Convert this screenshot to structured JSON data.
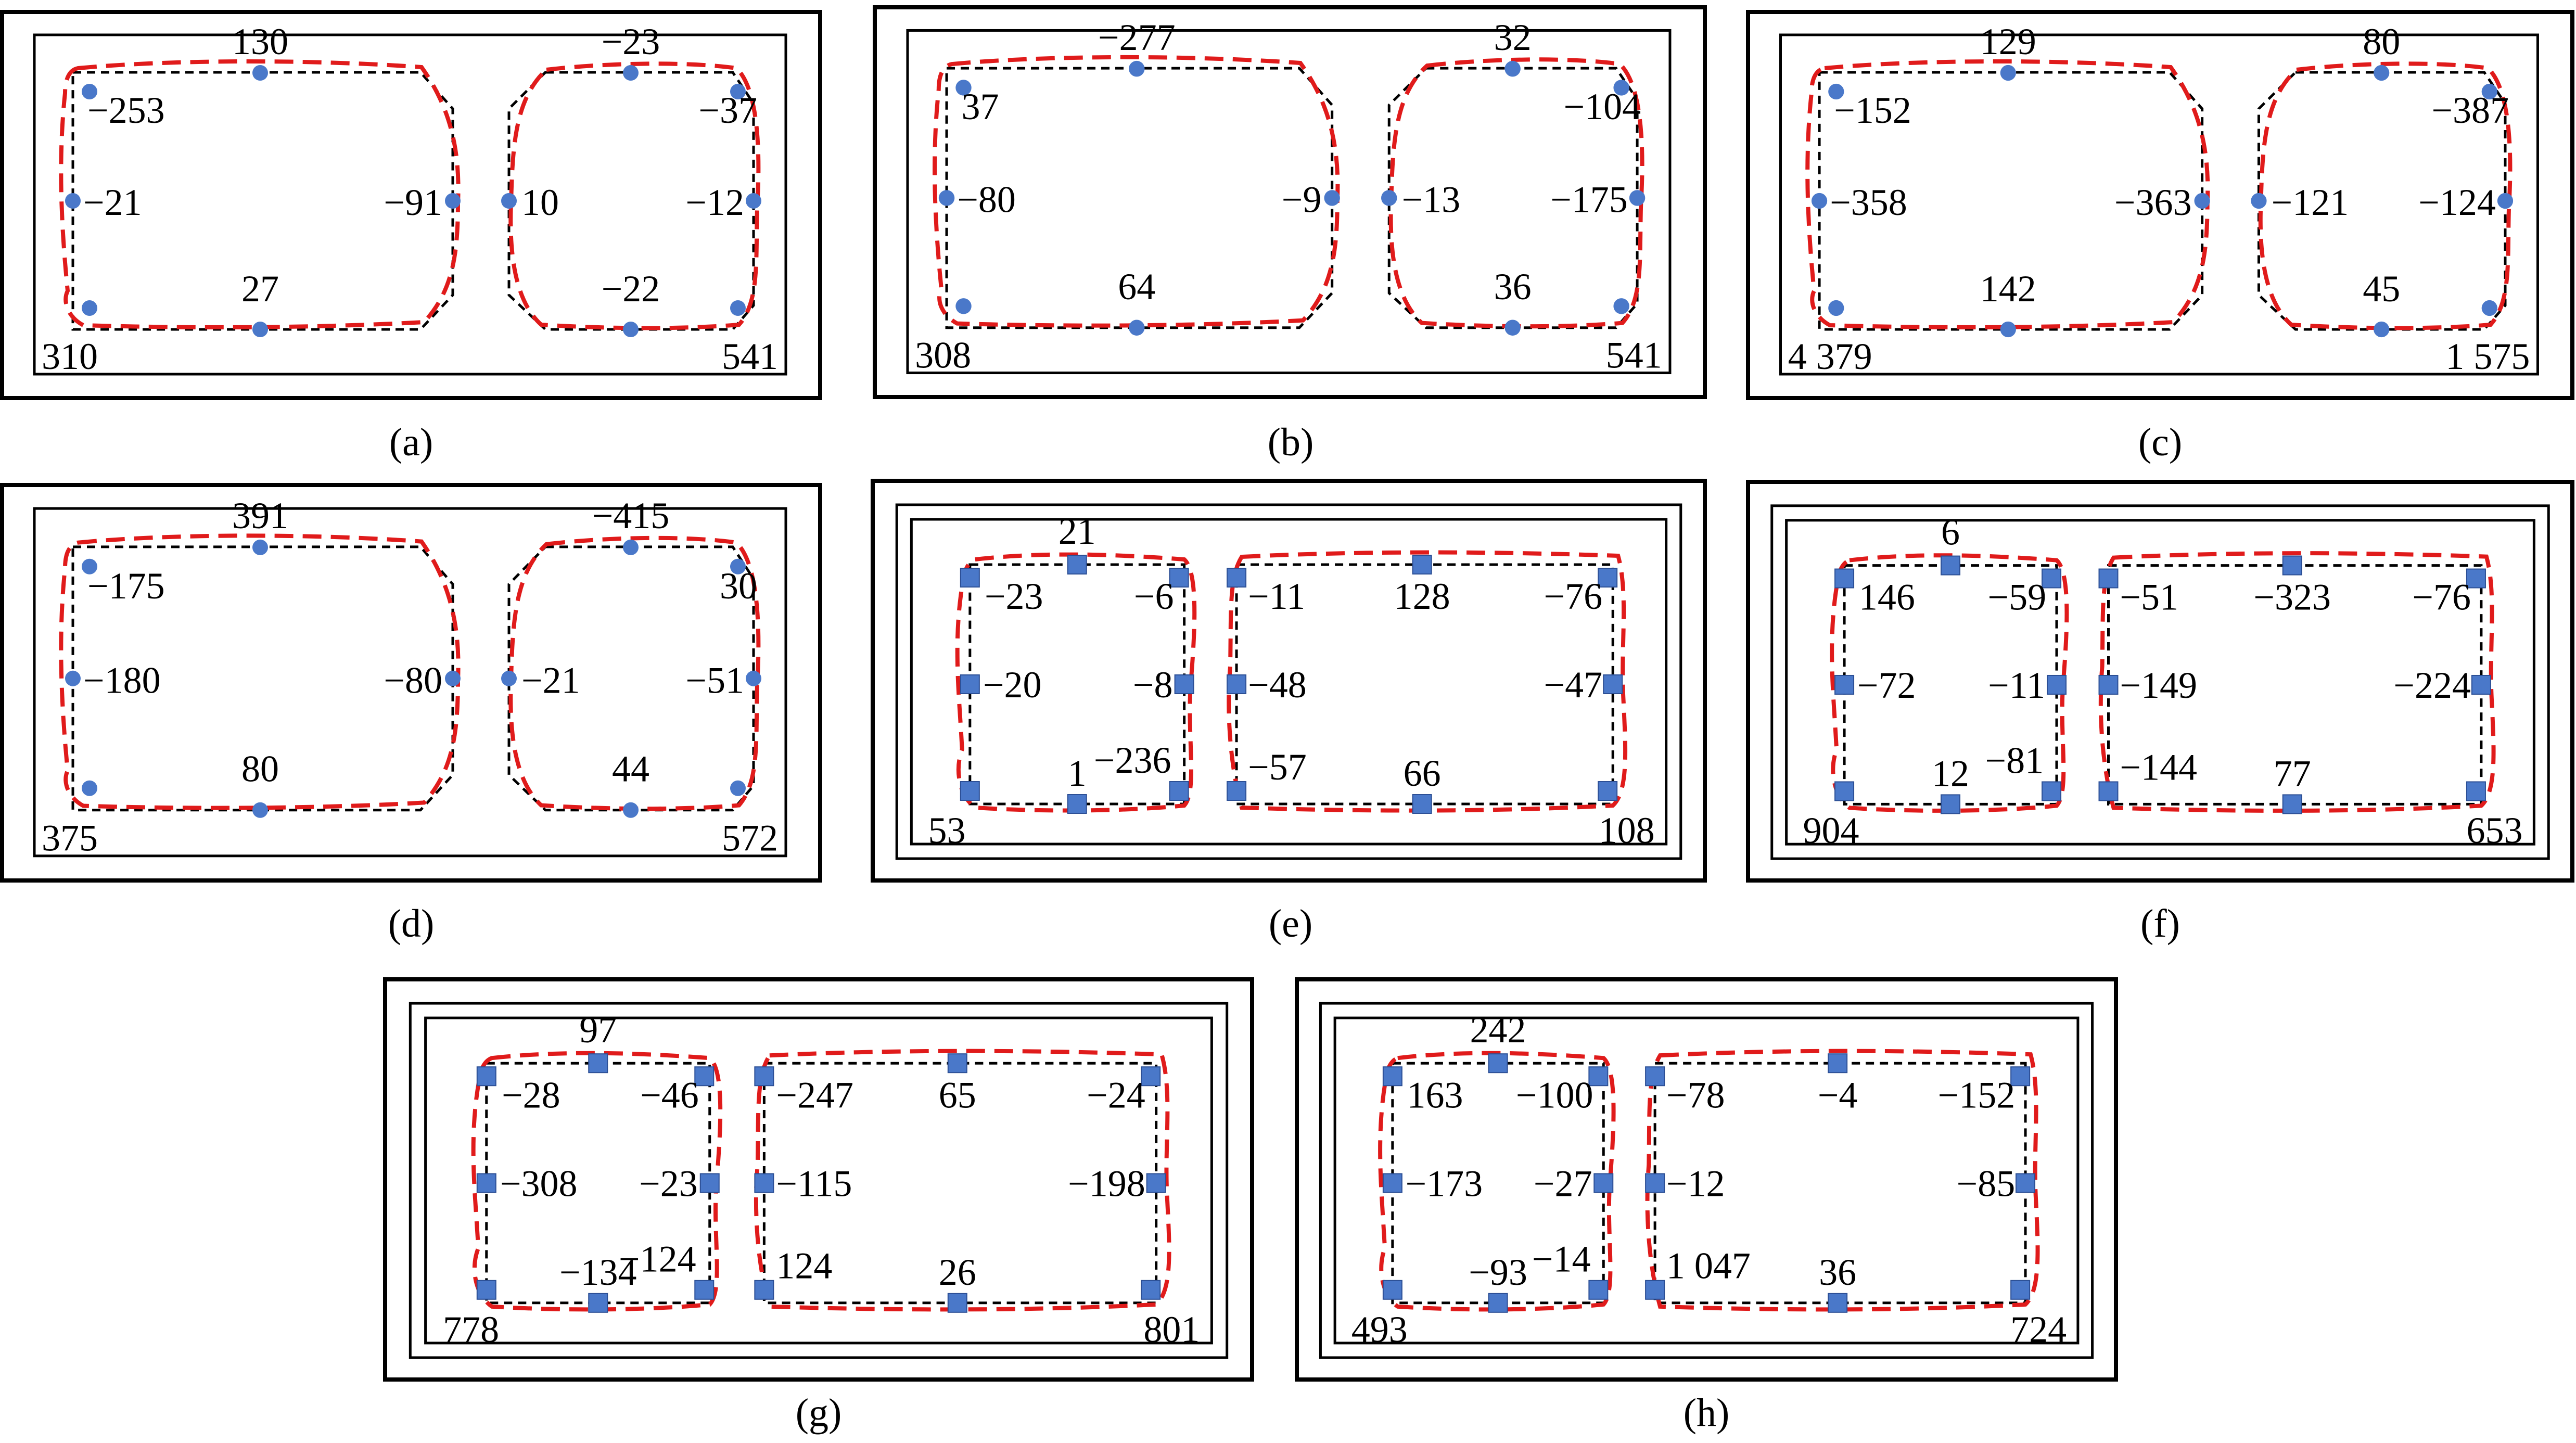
{
  "panels": [
    {
      "caption": "(a)",
      "sensor": "dot",
      "double": false,
      "values": [
        "130",
        "−23",
        "−253",
        "−37",
        "−21",
        "−91",
        "10",
        "−12",
        "27",
        "−22",
        "310",
        "541"
      ]
    },
    {
      "caption": "(b)",
      "sensor": "dot",
      "double": false,
      "values": [
        "−277",
        "32",
        "37",
        "−104",
        "−80",
        "−9",
        "−13",
        "−175",
        "64",
        "36",
        "308",
        "541"
      ]
    },
    {
      "caption": "(c)",
      "sensor": "dot",
      "double": false,
      "values": [
        "129",
        "80",
        "−152",
        "−387",
        "−358",
        "−363",
        "−121",
        "−124",
        "142",
        "45",
        "4 379",
        "1 575"
      ]
    },
    {
      "caption": "(d)",
      "sensor": "dot",
      "double": false,
      "values": [
        "391",
        "−415",
        "−175",
        "30",
        "−180",
        "−80",
        "−21",
        "−51",
        "80",
        "44",
        "375",
        "572"
      ]
    },
    {
      "caption": "(e)",
      "sensor": "square",
      "double": true,
      "values": [
        "21",
        "−23",
        "−6",
        "−11",
        "128",
        "−76",
        "−20",
        "−8",
        "−48",
        "−47",
        "1",
        "−236",
        "−57",
        "66",
        "53",
        "108"
      ]
    },
    {
      "caption": "(f)",
      "sensor": "square",
      "double": true,
      "values": [
        "6",
        "146",
        "−59",
        "−51",
        "−323",
        "−76",
        "−72",
        "−11",
        "−149",
        "−224",
        "12",
        "−81",
        "−144",
        "77",
        "904",
        "653"
      ]
    },
    {
      "caption": "(g)",
      "sensor": "square",
      "double": true,
      "values": [
        "97",
        "−28",
        "−46",
        "−247",
        "65",
        "−24",
        "−308",
        "−23",
        "−115",
        "−198",
        "−134",
        "−124",
        "124",
        "26",
        "778",
        "801"
      ]
    },
    {
      "caption": "(h)",
      "sensor": "square",
      "double": true,
      "values": [
        "242",
        "163",
        "−100",
        "−78",
        "−4",
        "−152",
        "−173",
        "−27",
        "−12",
        "−85",
        "−93",
        "−14",
        "1 047",
        "36",
        "493",
        "724"
      ]
    }
  ],
  "colors": {
    "frame": "#000000",
    "cell_outline": "#000000",
    "deformation": "#e01b1b",
    "sensor": "#4a78c9"
  }
}
